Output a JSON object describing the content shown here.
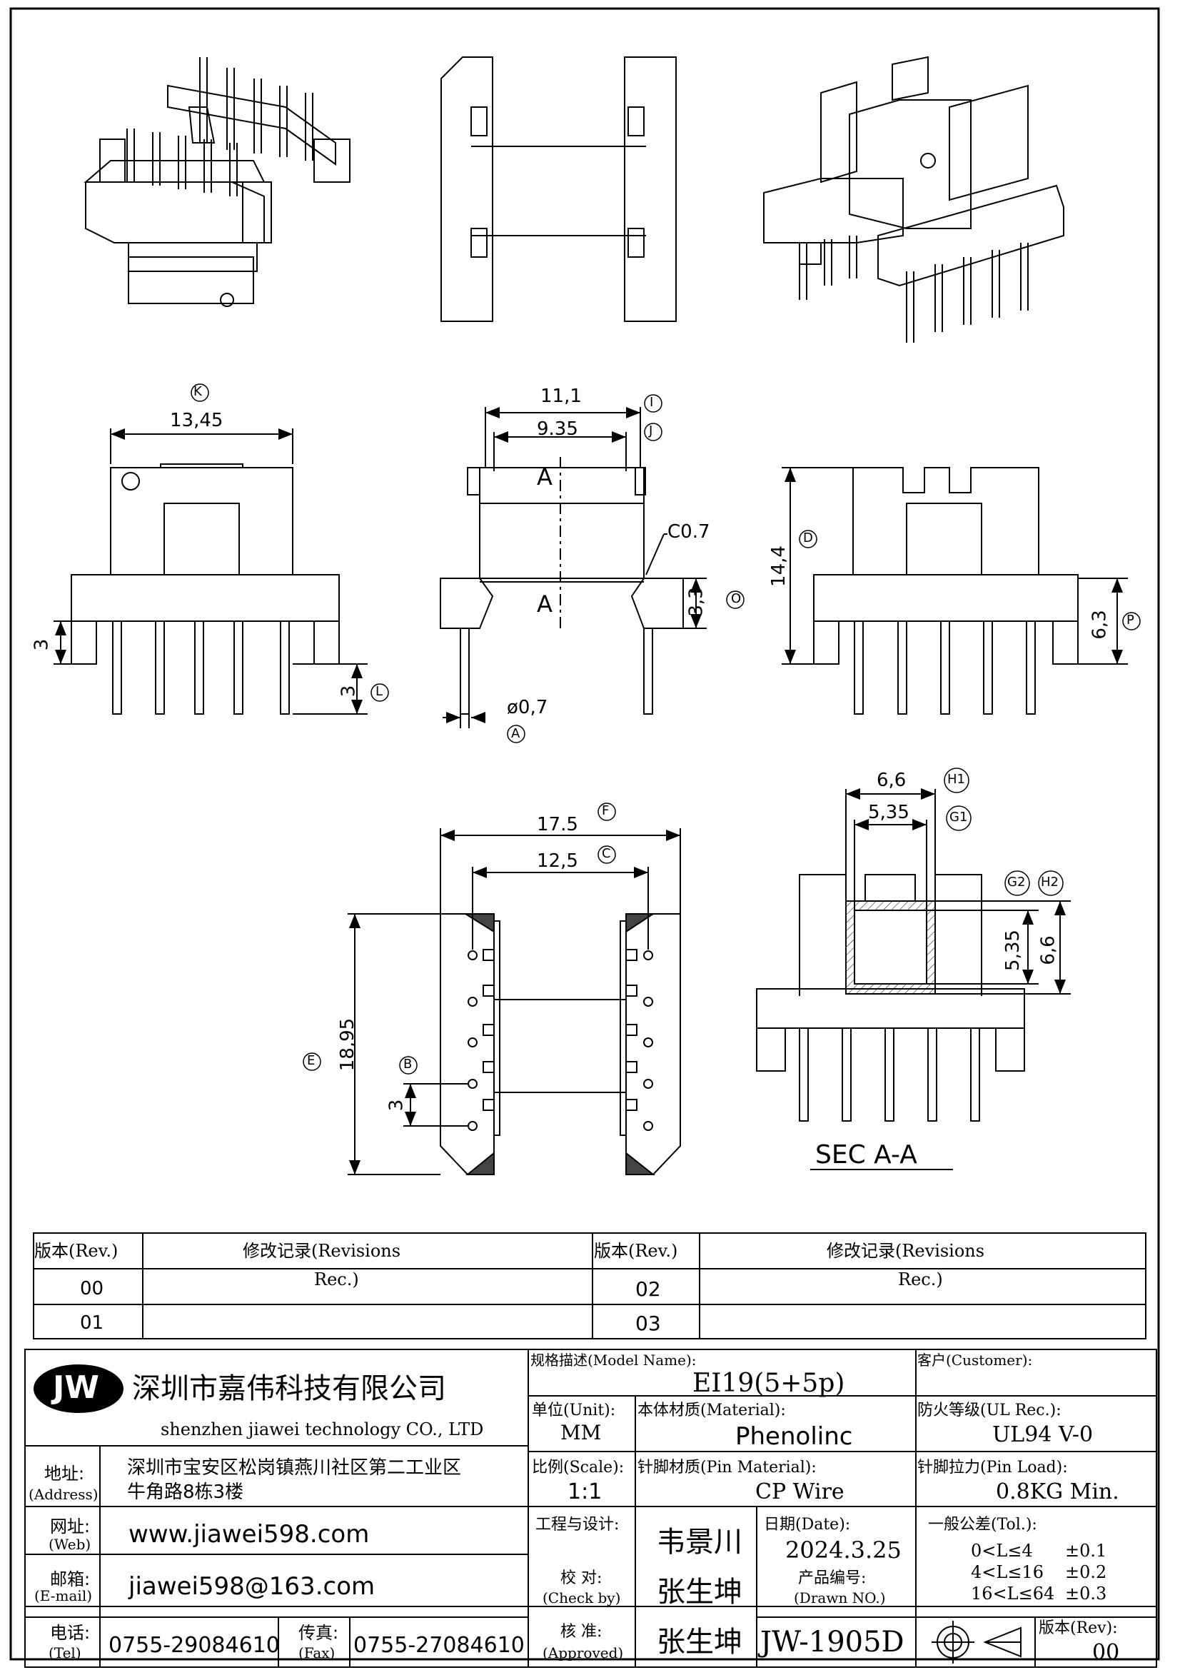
{
  "views": {
    "side_top": {
      "width": "13,45",
      "width_tag": "K",
      "pin_len": "3",
      "pin_len_tag": "L"
    },
    "front": {
      "outer": "11,1",
      "outer_tag": "I",
      "inner": "9.35",
      "inner_tag": "J",
      "section_a_top": "A",
      "section_a_bottom": "A",
      "chamfer": "C0.7",
      "flange": "3,3",
      "flange_tag": "O",
      "pin_dia": "ø0,7",
      "pin_dia_tag": "A"
    },
    "side_right": {
      "height": "14,4",
      "height_tag": "D",
      "base": "6,3",
      "base_tag": "P"
    },
    "bottom": {
      "outer": "17.5",
      "outer_tag": "F",
      "inner": "12,5",
      "inner_tag": "C",
      "length": "18,95",
      "length_tag": "E",
      "pitch": "3",
      "pitch_tag": "B"
    },
    "section": {
      "outer_w": "6,6",
      "outer_w_tag": "H1",
      "inner_w": "5,35",
      "inner_w_tag": "G1",
      "inner_h": "5,35",
      "outer_h": "6,6",
      "tag_g2": "G2",
      "tag_h2": "H2",
      "label": "SEC A-A"
    }
  },
  "revisions": {
    "h_rev": "版本(Rev.)",
    "h_rec": "修改记录(Revisions",
    "h_rec2": "Rec.)",
    "rows": [
      "00",
      "01",
      "02",
      "03"
    ]
  },
  "title_block": {
    "logo": "JW",
    "company_cn": "深圳市嘉伟科技有限公司",
    "company_en": "shenzhen  jiawei  technology  CO., LTD",
    "address_label": "地址:",
    "address_label_en": "(Address)",
    "address_1": "深圳市宝安区松岗镇燕川社区第二工业区",
    "address_2": "牛角路8栋3楼",
    "web_label": "网址:",
    "web_label_en": "(Web)",
    "web": "www.jiawei598.com",
    "email_label": "邮箱:",
    "email_label_en": "(E-mail)",
    "email": "jiawei598@163.com",
    "tel_label": "电话:",
    "tel_label_en": "(Tel)",
    "tel": "0755-29084610",
    "fax_label": "传真:",
    "fax_label_en": "(Fax)",
    "fax": "0755-27084610",
    "model_label": "规格描述(Model Name):",
    "model": "EI19(5+5p)",
    "customer_label": "客户(Customer):",
    "unit_label": "单位(Unit):",
    "unit": "MM",
    "material_label": "本体材质(Material):",
    "material": "Phenolinc",
    "ul_label": "防火等级(UL Rec.):",
    "ul": "UL94  V-0",
    "scale_label": "比例(Scale):",
    "scale": "1:1",
    "pin_mat_label": "针脚材质(Pin Material):",
    "pin_mat": "CP Wire",
    "pin_load_label": "针脚拉力(Pin Load):",
    "pin_load": "0.8KG Min.",
    "design_label": "工程与设计:",
    "designer": "韦景川",
    "date_label": "日期(Date):",
    "date": "2024.3.25",
    "tol_label": "一般公差(Tol.):",
    "tol_1a": "0<L≤4",
    "tol_1b": "±0.1",
    "tol_2a": "4<L≤16",
    "tol_2b": "±0.2",
    "tol_3a": "16<L≤64",
    "tol_3b": "±0.3",
    "check_label": "校  对:",
    "check_label_en": "(Check by)",
    "checker": "张生坤",
    "drawn_label": "产品编号:",
    "drawn_label_en": "(Drawn NO.)",
    "approve_label": "核  准:",
    "approve_label_en": "(Approved)",
    "approver": "张生坤",
    "drawing_no": "JW-1905D",
    "rev_label": "版本(Rev):",
    "rev": "00"
  }
}
